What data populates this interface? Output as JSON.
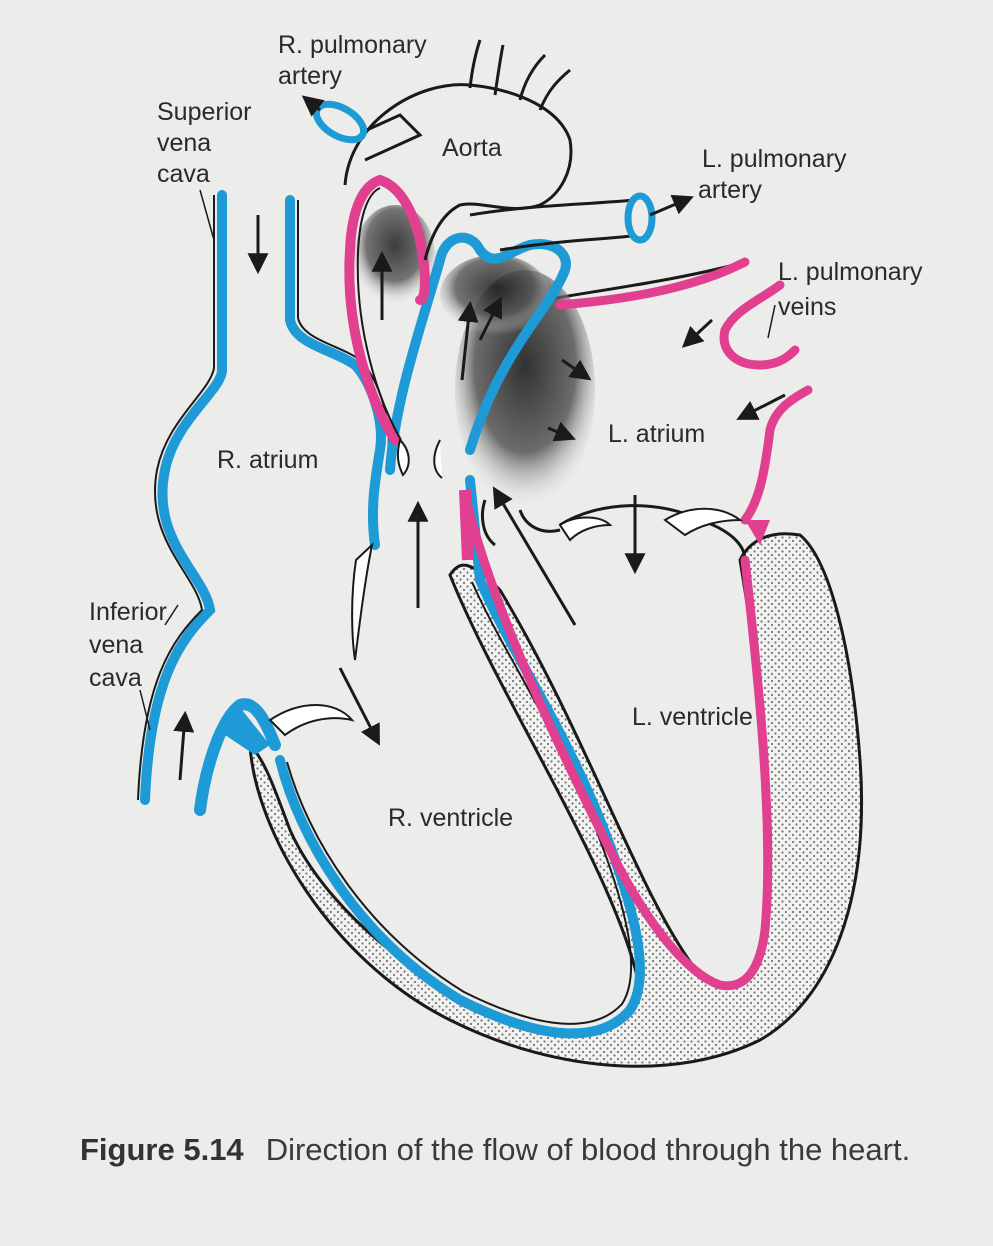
{
  "labels": {
    "r_pulmonary_artery_1": "R. pulmonary",
    "r_pulmonary_artery_2": "artery",
    "superior_vena_cava_1": "Superior",
    "superior_vena_cava_2": "vena",
    "superior_vena_cava_3": "cava",
    "aorta": "Aorta",
    "l_pulmonary_artery_1": "L. pulmonary",
    "l_pulmonary_artery_2": "artery",
    "l_pulmonary_veins_1": "L. pulmonary",
    "l_pulmonary_veins_2": "veins",
    "r_atrium": "R. atrium",
    "l_atrium": "L. atrium",
    "inferior_vena_cava_1": "Inferior",
    "inferior_vena_cava_2": "vena",
    "inferior_vena_cava_3": "cava",
    "l_ventricle": "L. ventricle",
    "r_ventricle": "R. ventricle"
  },
  "caption": {
    "figure_number": "Figure 5.14",
    "text": "Direction of the flow of blood through the heart."
  },
  "colors": {
    "deoxygenated": "#1e9ad6",
    "oxygenated": "#e0408f",
    "outline": "#1a1a1a",
    "background": "#ececea",
    "muscle_stipple": "#8a8a8a"
  }
}
